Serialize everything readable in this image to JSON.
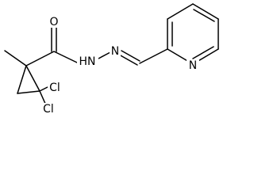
{
  "atoms": {
    "oxygen": "O",
    "amide_nh": "HN",
    "imine_n": "N",
    "pyridine_n": "N",
    "chlorine_1": "Cl",
    "chlorine_2": "Cl"
  },
  "colors": {
    "bond": "#000000",
    "label": "#000000",
    "background": "#ffffff"
  }
}
